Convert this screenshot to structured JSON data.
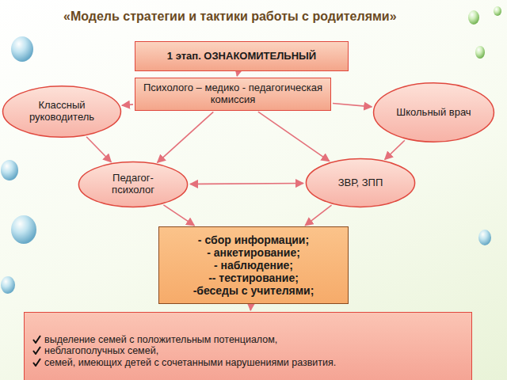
{
  "diagram": {
    "title": "«Модель стратегии и тактики работы с родителями»",
    "nodes": [
      {
        "text": [
          "1 этап. ОЗНАКОМИТЕЛЬНЫЙ"
        ]
      },
      {
        "text": [
          "Психолого – медико - педагогическая комиссия"
        ]
      },
      {
        "text": [
          "Классный руководитель"
        ]
      },
      {
        "text": [
          "Школьный врач"
        ]
      },
      {
        "text": [
          "Педагог-психолог"
        ]
      },
      {
        "text": [
          "ЗВР, ЗПП"
        ]
      },
      {
        "text": [
          "- сбор информации;",
          "- анкетирование;",
          "- наблюдение;",
          "-- тестирование;",
          "-беседы с учителями;"
        ]
      },
      {
        "text": [
          "выделение семей с положительным потенциалом,",
          "неблагополучных семей,",
          "семей, имеющих детей с сочетанными нарушениями развития."
        ]
      }
    ],
    "edges": [
      {
        "from": 0,
        "to": 1,
        "arrow": "to"
      },
      {
        "from": 1,
        "to": 2,
        "arrow": "to"
      },
      {
        "from": 1,
        "to": 3,
        "arrow": "to"
      },
      {
        "from": 2,
        "to": 4,
        "arrow": "to"
      },
      {
        "from": 1,
        "to": 4,
        "arrow": "to"
      },
      {
        "from": 1,
        "to": 5,
        "arrow": "to"
      },
      {
        "from": 3,
        "to": 5,
        "arrow": "to"
      },
      {
        "from": 4,
        "to": 5,
        "arrow": "both"
      },
      {
        "from": 4,
        "to": 6,
        "arrow": "to"
      },
      {
        "from": 5,
        "to": 6,
        "arrow": "to"
      },
      {
        "from": 6,
        "to": 7,
        "arrow": "to"
      }
    ]
  }
}
